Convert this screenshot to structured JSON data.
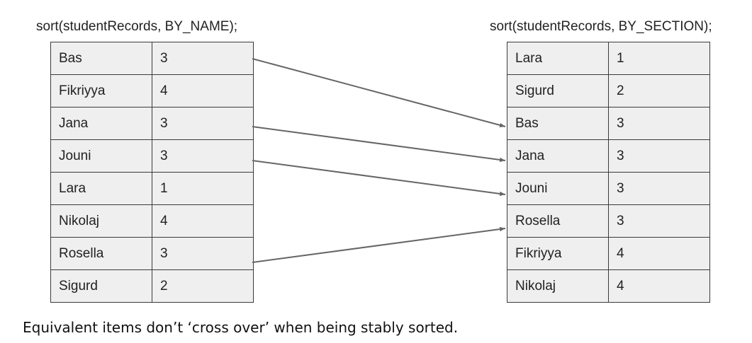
{
  "left": {
    "code": "sort(studentRecords, BY_NAME);",
    "rows": [
      {
        "name": "Bas",
        "section": "3"
      },
      {
        "name": "Fikriyya",
        "section": "4"
      },
      {
        "name": "Jana",
        "section": "3"
      },
      {
        "name": "Jouni",
        "section": "3"
      },
      {
        "name": "Lara",
        "section": "1"
      },
      {
        "name": "Nikolaj",
        "section": "4"
      },
      {
        "name": "Rosella",
        "section": "3"
      },
      {
        "name": "Sigurd",
        "section": "2"
      }
    ]
  },
  "right": {
    "code": "sort(studentRecords, BY_SECTION);",
    "rows": [
      {
        "name": "Lara",
        "section": "1"
      },
      {
        "name": "Sigurd",
        "section": "2"
      },
      {
        "name": "Bas",
        "section": "3"
      },
      {
        "name": "Jana",
        "section": "3"
      },
      {
        "name": "Jouni",
        "section": "3"
      },
      {
        "name": "Rosella",
        "section": "3"
      },
      {
        "name": "Fikriyya",
        "section": "4"
      },
      {
        "name": "Nikolaj",
        "section": "4"
      }
    ]
  },
  "arrows": [
    {
      "from_row": 0,
      "to_row": 2
    },
    {
      "from_row": 2,
      "to_row": 3
    },
    {
      "from_row": 3,
      "to_row": 4
    },
    {
      "from_row": 6,
      "to_row": 5
    }
  ],
  "caption": "Equivalent items don’t ‘cross over’ when being stably sorted.",
  "colors": {
    "cell_fill": "#efefef",
    "border": "#3a3a3a",
    "arrow": "#666666"
  }
}
